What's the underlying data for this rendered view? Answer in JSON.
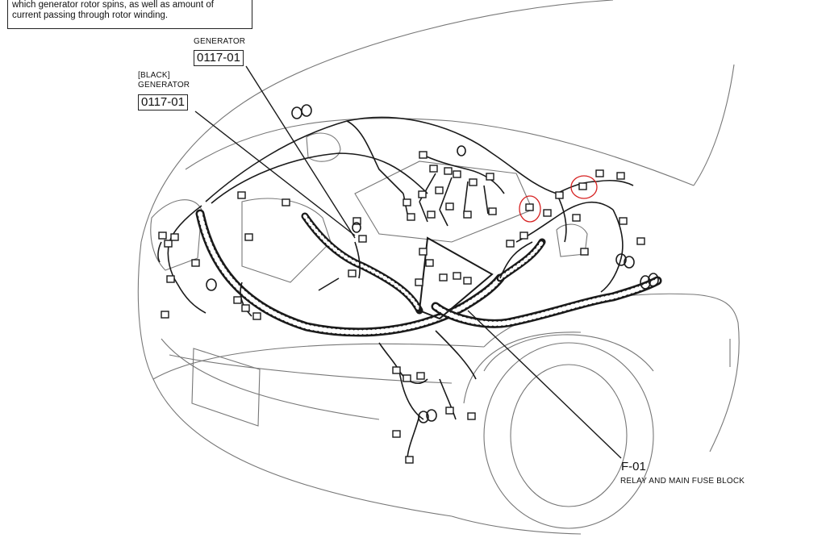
{
  "note": {
    "line1": "which generator rotor spins, as well as amount of",
    "line2": "current passing through rotor winding."
  },
  "callouts": {
    "generator": {
      "name": "GENERATOR",
      "code": "0117-01"
    },
    "generator_black": {
      "color": "[BLACK]",
      "name": "GENERATOR",
      "code": "0117-01"
    },
    "fuse_block": {
      "code": "F-01",
      "description": "RELAY AND MAIN FUSE BLOCK"
    }
  },
  "highlight_color": "#d62020",
  "line_color": "#1a1a1a"
}
